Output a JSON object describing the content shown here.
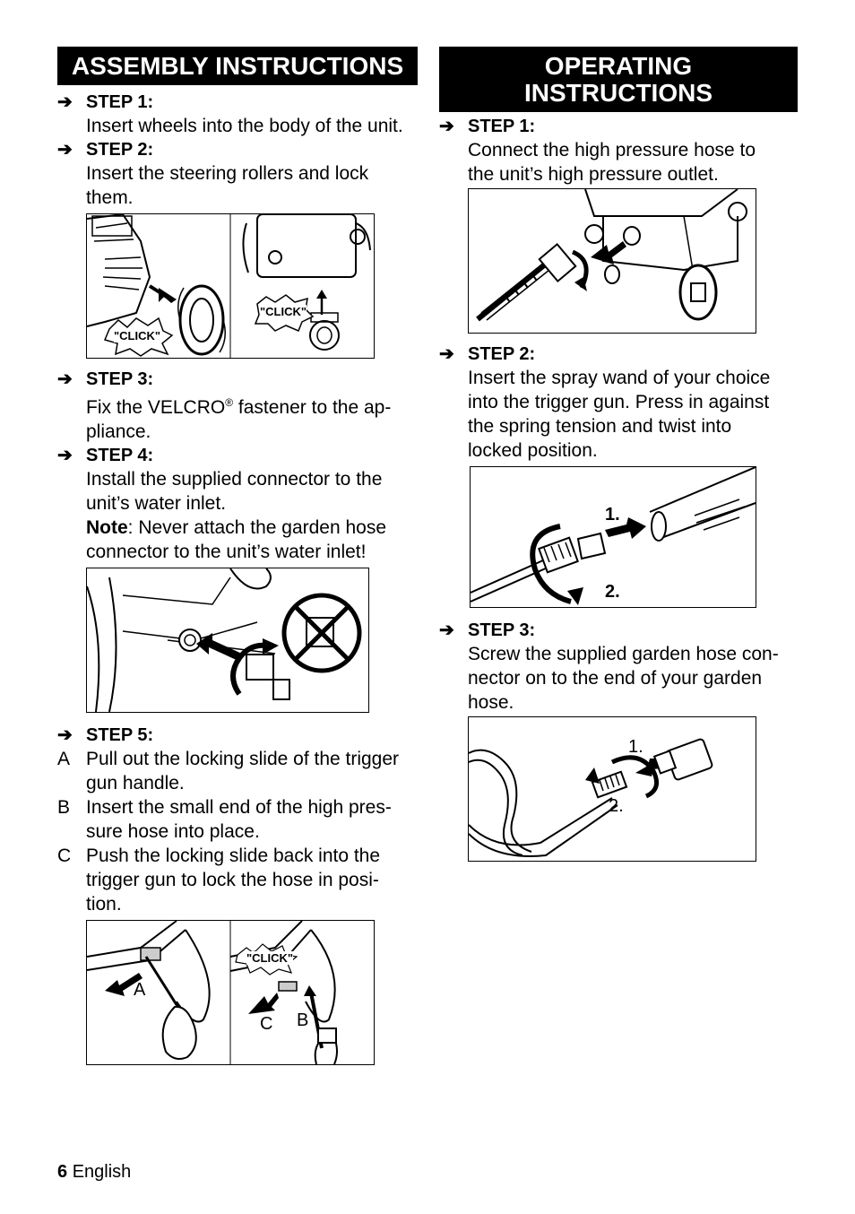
{
  "assembly": {
    "title": "ASSEMBLY INSTRUCTIONS",
    "step1": {
      "label": "STEP 1:",
      "text": "Insert wheels into the body of the unit."
    },
    "step2": {
      "label": "STEP 2:",
      "text_l1": "Insert the steering rollers and lock",
      "text_l2": "them."
    },
    "fig1": {
      "click_left": "\"CLICK\"",
      "click_right": "\"CLICK\""
    },
    "step3": {
      "label": "STEP 3:",
      "text_a": "Fix the VELCRO",
      "sup": "®",
      "text_b": " fastener to the ap-",
      "text_l2": "pliance."
    },
    "step4": {
      "label": "STEP 4:",
      "text_l1": "Install the supplied connector to the",
      "text_l2": "unit’s water inlet.",
      "note_bold": "Note",
      "note_l1": ": Never attach the garden hose",
      "note_l2": "connector to the unit’s water inlet!"
    },
    "step5": {
      "label": "STEP 5:",
      "items": [
        {
          "letter": "A",
          "l1": "Pull out the locking slide of the trigger",
          "l2": "gun handle."
        },
        {
          "letter": "B",
          "l1": "Insert the small end of the high pres-",
          "l2": "sure hose into place."
        },
        {
          "letter": "C",
          "l1": "Push the locking slide back into the",
          "l2": "trigger gun to lock the hose in posi-",
          "l3": "tion."
        }
      ]
    },
    "fig5": {
      "click": "\"CLICK\"",
      "a": "A",
      "b": "B",
      "c": "C"
    }
  },
  "operating": {
    "title_l1": "OPERATING",
    "title_l2": "INSTRUCTIONS",
    "step1": {
      "label": "STEP 1:",
      "text_l1": "Connect the high pressure hose to",
      "text_l2": "the unit’s high pressure outlet."
    },
    "step2": {
      "label": "STEP 2:",
      "l1": "Insert the spray wand of your choice",
      "l2": "into the trigger gun. Press in against",
      "l3": "the spring tension and twist into",
      "l4": "locked position.",
      "n1": "1.",
      "n2": "2."
    },
    "step3": {
      "label": "STEP 3:",
      "l1": "Screw the supplied garden hose con-",
      "l2": "nector on to the end of your garden",
      "l3": "hose.",
      "n1": "1.",
      "n2": "2."
    }
  },
  "footer": {
    "page": "6",
    "lang": "English"
  }
}
